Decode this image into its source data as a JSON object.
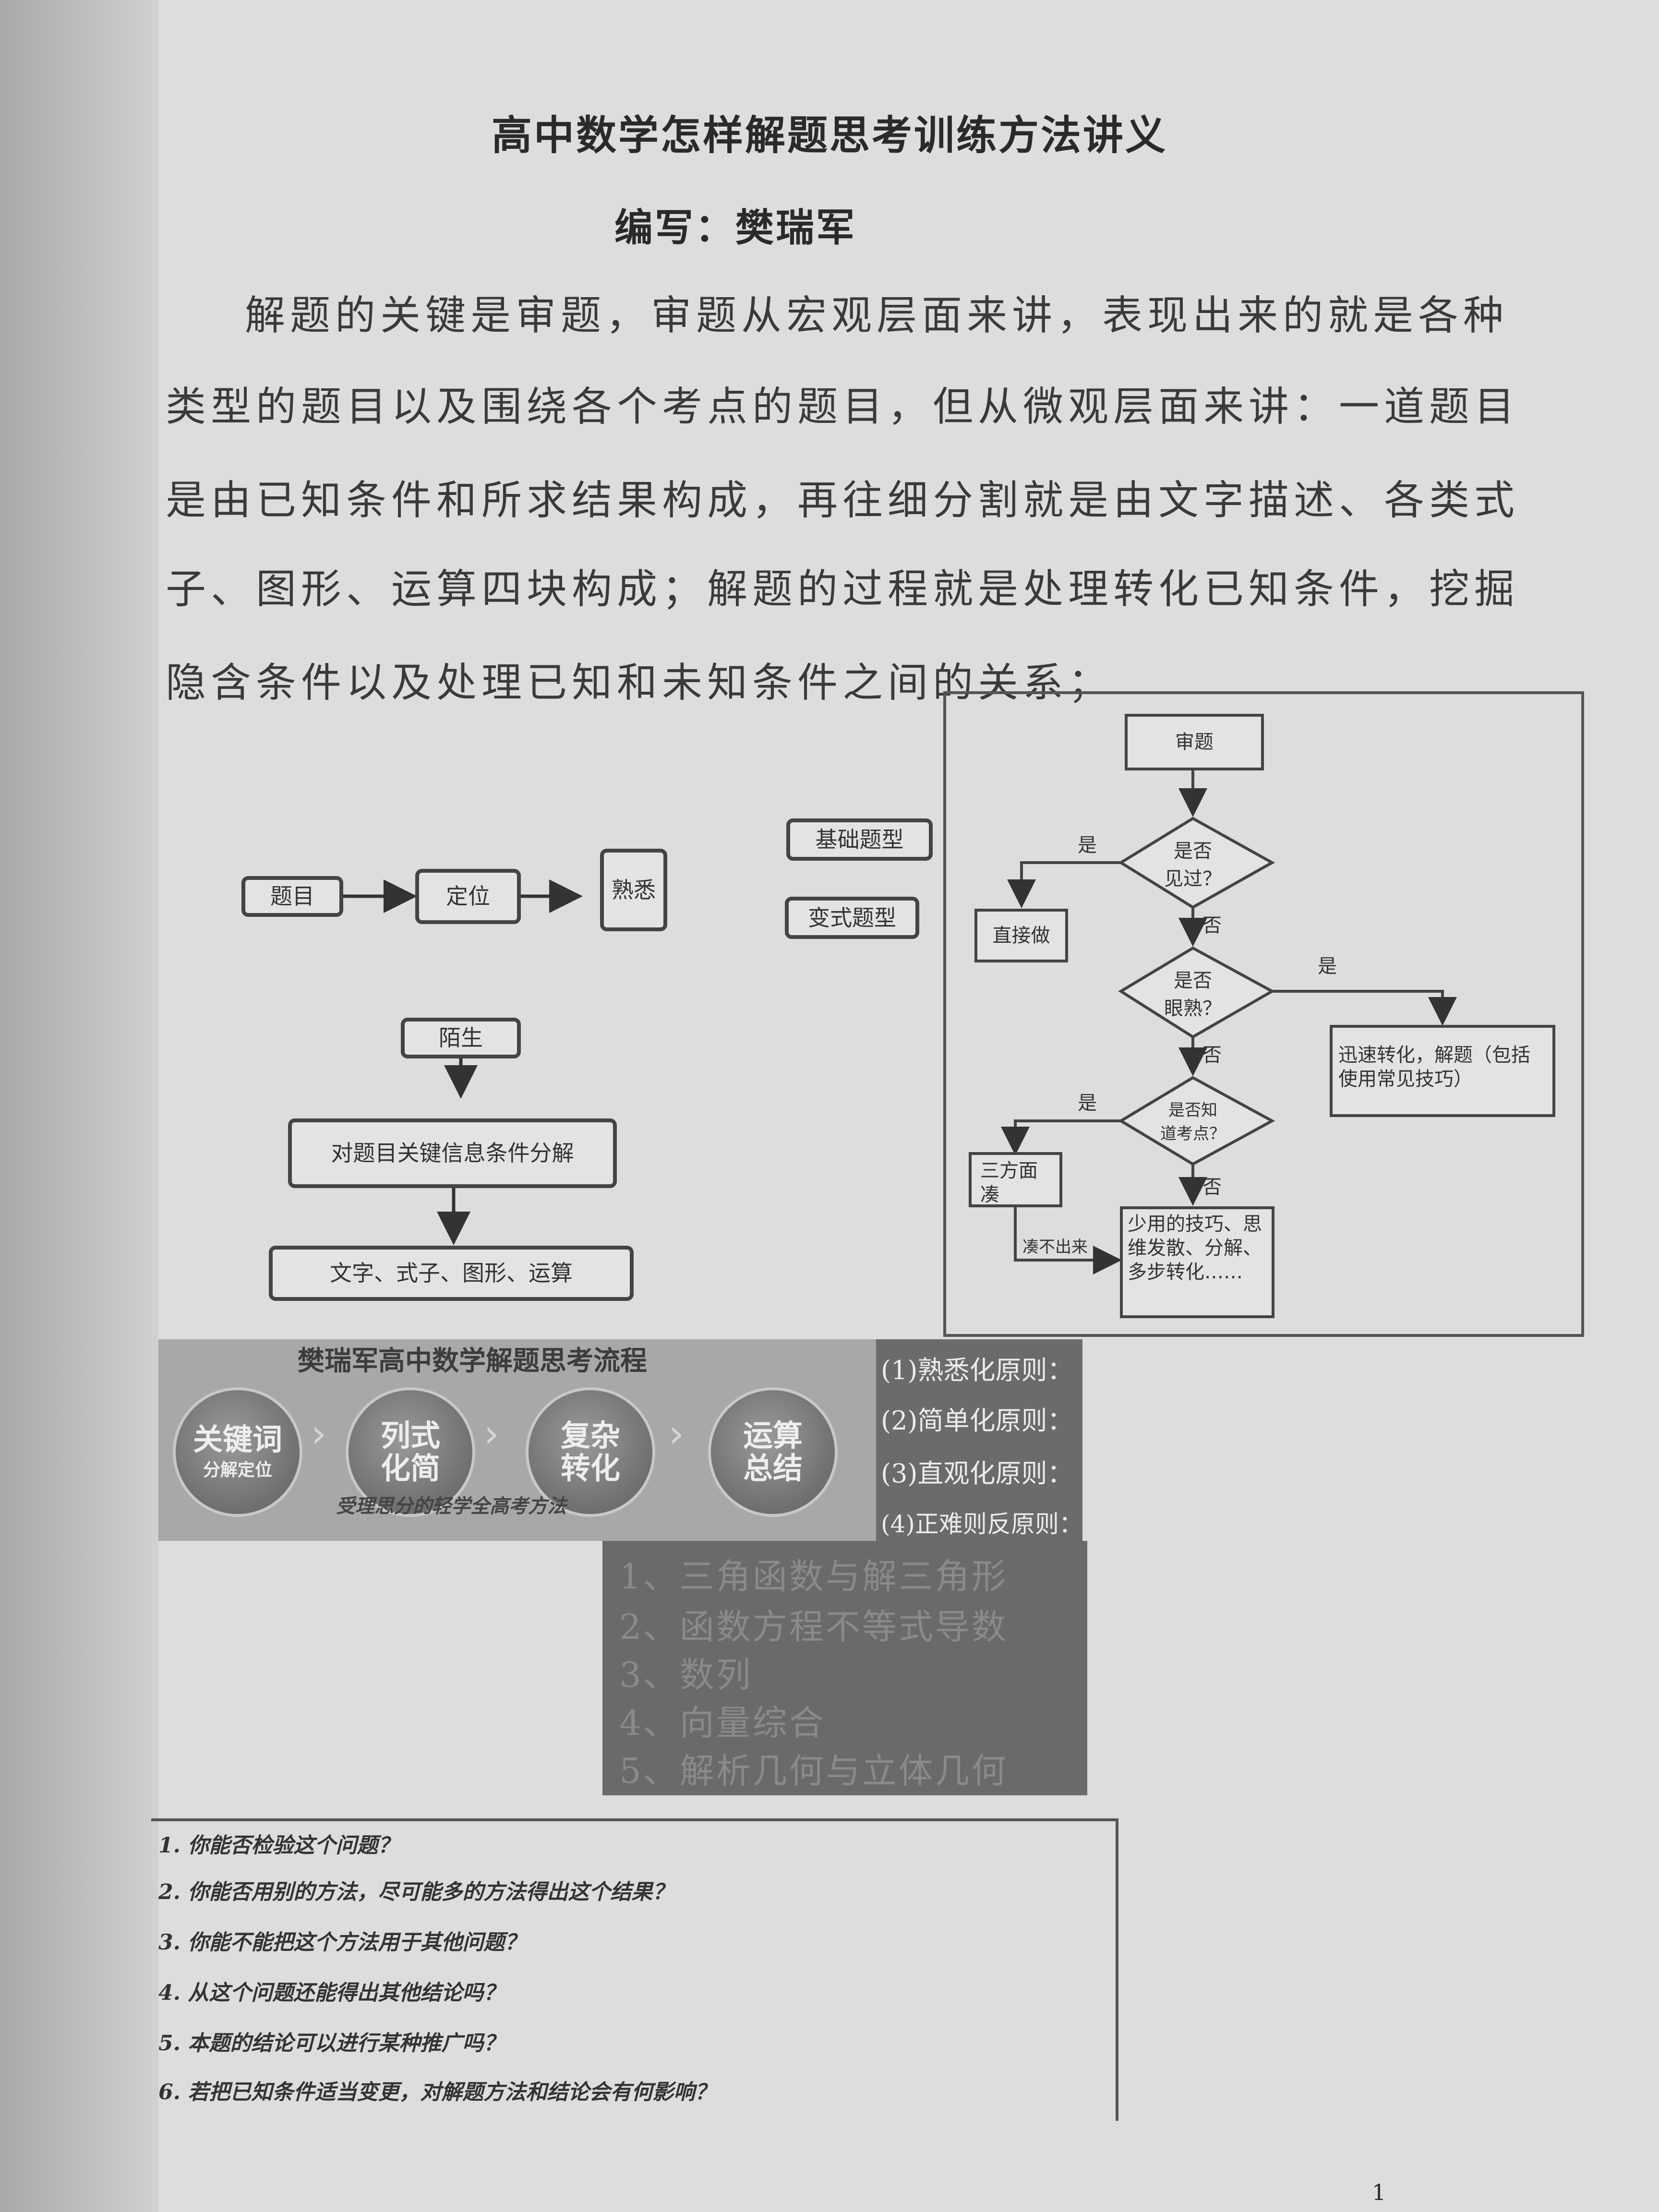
{
  "title": "高中数学怎样解题思考训练方法讲义",
  "author": "编写：樊瑞军",
  "paragraph_lines": [
    "解题的关键是审题，审题从宏观层面来讲，表现出来的就是各种",
    "类型的题目以及围绕各个考点的题目，但从微观层面来讲：一道题目",
    "是由已知条件和所求结果构成，再往细分割就是由文字描述、各类式",
    "子、图形、运算四块构成；解题的过程就是处理转化已知条件，挖掘",
    "隐含条件以及处理已知和未知条件之间的关系；"
  ],
  "left_flow": {
    "timu": "题目",
    "dingwei": "定位",
    "shuxi": "熟悉",
    "moshen": "陌生",
    "fenjie": "对题目关键信息条件分解",
    "sikuai": "文字、式子、图形、运算"
  },
  "types": {
    "jichu": "基础题型",
    "bianshi": "变式题型"
  },
  "right_flow": {
    "shenti": "审题",
    "jianguo": "是否\n见过？",
    "zhijie": "直接做",
    "yanshu": "是否\n眼熟？",
    "xunsu": "迅速转化，解题（包括使用常见技巧）",
    "kaodian": "是否知\n道考点？",
    "sanfang": "三方面\n凑",
    "shaoyong": "少用的技巧、思维发散、分解、多步转化……",
    "yes": "是",
    "no": "否",
    "coubuchu": "凑不出来"
  },
  "banner": {
    "title": "樊瑞军高中数学解题思考流程",
    "steps": [
      {
        "main": "关键词",
        "sub": "分解定位"
      },
      {
        "main": "列式\n化简",
        "sub": ""
      },
      {
        "main": "复杂\n转化",
        "sub": ""
      },
      {
        "main": "运算\n总结",
        "sub": ""
      }
    ],
    "caption": "受理思分的轻学全高考方法"
  },
  "principles": [
    "(1)熟悉化原则：",
    "(2)简单化原则：",
    "(3)直观化原则：",
    "(4)正难则反原则："
  ],
  "topics": [
    "1、三角函数与解三角形",
    "2、函数方程不等式导数",
    "3、数列",
    "4、向量综合",
    "5、解析几何与立体几何"
  ],
  "questions": [
    "1. 你能否检验这个问题？",
    "2. 你能否用别的方法，尽可能多的方法得出这个结果？",
    "3. 你能不能把这个方法用于其他问题？",
    "4. 从这个问题还能得出其他结论吗？",
    "5. 本题的结论可以进行某种推广吗？",
    "6. 若把已知条件适当变更，对解题方法和结论会有何影响？"
  ],
  "page_number": "1"
}
